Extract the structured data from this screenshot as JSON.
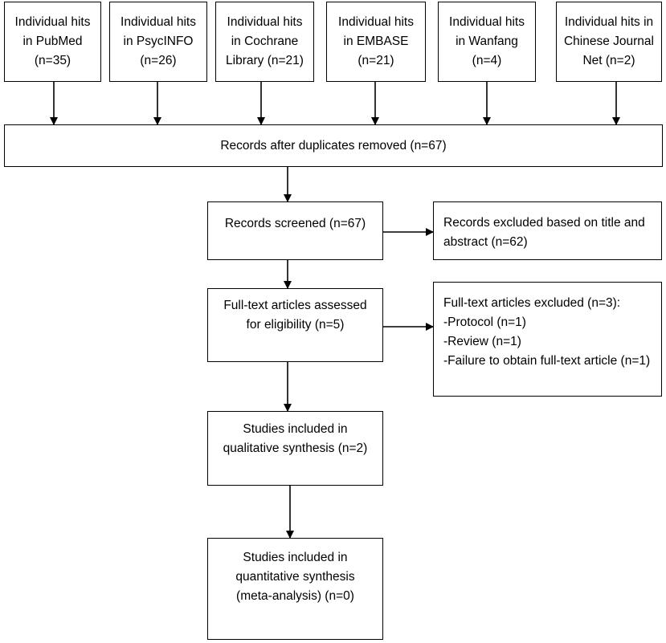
{
  "sources": [
    "Individual hits\nin PubMed\n(n=35)",
    "Individual hits\nin PsycINFO\n(n=26)",
    "Individual hits\nin Cochrane\nLibrary (n=21)",
    "Individual hits\nin EMBASE\n(n=21)",
    "Individual hits\nin Wanfang\n(n=4)",
    "Individual hits in\nChinese Journal\nNet (n=2)"
  ],
  "duplicates_removed": "Records after duplicates removed (n=67)",
  "screened": "Records screened (n=67)",
  "excluded_title_abstract": "Records excluded based on title and\nabstract (n=62)",
  "fulltext_assessed": "Full-text articles assessed\nfor eligibility (n=5)",
  "fulltext_excluded": {
    "heading": "Full-text articles excluded (n=3):",
    "items": [
      "-Protocol (n=1)",
      "-Review (n=1)",
      "-Failure to obtain full-text article (n=1)"
    ]
  },
  "qualitative": "Studies included in\nqualitative synthesis (n=2)",
  "quantitative": "Studies included in\nquantitative synthesis\n(meta-analysis) (n=0)"
}
